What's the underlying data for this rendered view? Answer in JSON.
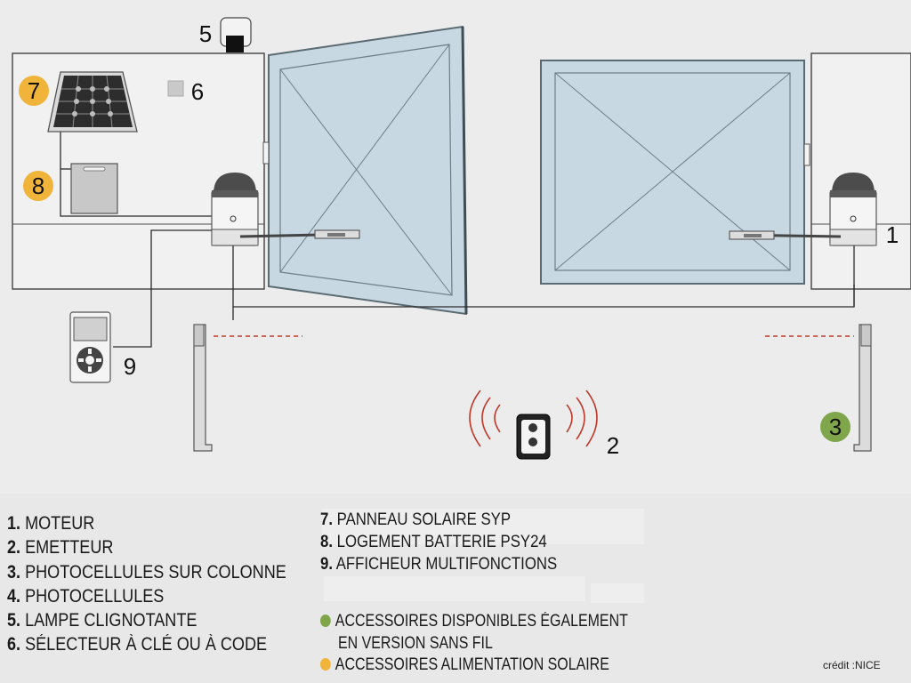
{
  "callouts": {
    "n1": "1",
    "n2": "2",
    "n3": "3",
    "n5": "5",
    "n6": "6",
    "n7": "7",
    "n8": "8",
    "n9": "9"
  },
  "legend": {
    "items": [
      {
        "num": "1.",
        "label": "MOTEUR"
      },
      {
        "num": "2.",
        "label": "EMETTEUR"
      },
      {
        "num": "3.",
        "label": "PHOTOCELLULES SUR COLONNE"
      },
      {
        "num": "4.",
        "label": "PHOTOCELLULES"
      },
      {
        "num": "5.",
        "label": "LAMPE CLIGNOTANTE"
      },
      {
        "num": "6.",
        "label": "SÉLECTEUR À CLÉ OU À CODE"
      },
      {
        "num": "7.",
        "label": "PANNEAU SOLAIRE SYP"
      },
      {
        "num": "8.",
        "label": "LOGEMENT BATTERIE PSY24"
      },
      {
        "num": "9.",
        "label": "AFFICHEUR MULTIFONCTIONS"
      }
    ],
    "wireless_line1": "ACCESSOIRES DISPONIBLES ÉGALEMENT",
    "wireless_line2": "EN VERSION SANS FIL",
    "solar": "ACCESSOIRES ALIMENTATION SOLAIRE"
  },
  "credit": "crédit :NICE",
  "colors": {
    "green_dot": "#7fa64a",
    "orange_dot": "#f0b43a",
    "gate_fill": "#c8d8e2",
    "beam_red": "#c0392b"
  }
}
